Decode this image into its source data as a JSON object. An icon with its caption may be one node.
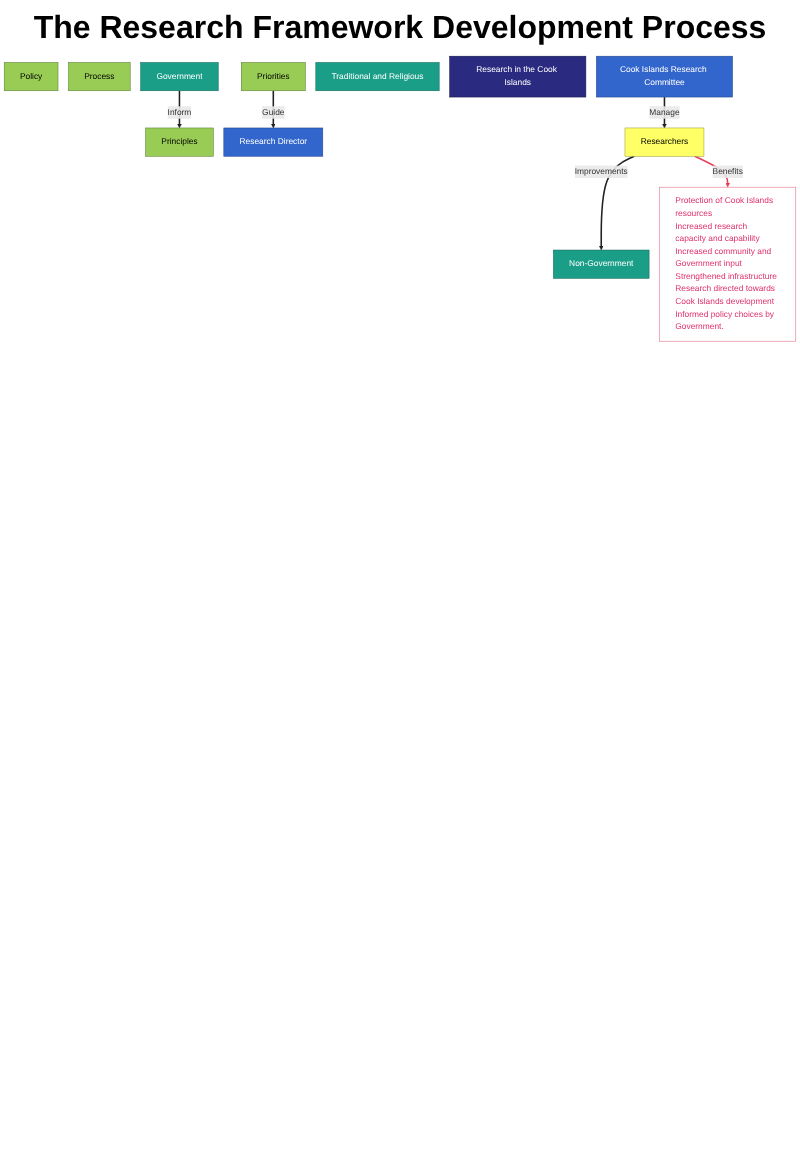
{
  "diagram": {
    "title": "The Research Framework Development Process",
    "nodes": [
      {
        "text": [
          "Principles"
        ]
      },
      {
        "text": [
          "Policy"
        ]
      },
      {
        "text": [
          "Process"
        ]
      },
      {
        "text": [
          "Priorities"
        ]
      },
      {
        "text": [
          "Government"
        ]
      },
      {
        "text": [
          "Traditional and Religious"
        ]
      },
      {
        "text": [
          "Research in the Cook Islands"
        ]
      },
      {
        "text": [
          "Research Director"
        ]
      },
      {
        "text": [
          "Cook Islands Research Committee"
        ]
      },
      {
        "text": [
          "Non-Government"
        ]
      },
      {
        "text": [
          "Researchers"
        ]
      },
      {
        "text": [
          "Protection of Cook Islands resources",
          "Increased research capacity and capability",
          "Increased community and Government input",
          "Strengthened infrastructure",
          "Research directed towards Cook Islands development",
          "Informed policy choices by Government."
        ]
      }
    ],
    "edges": [
      {
        "from": 4,
        "to": 0,
        "arrow": "to",
        "label": "Inform"
      },
      {
        "from": 3,
        "to": 7,
        "arrow": "to",
        "label": "Guide"
      },
      {
        "from": 8,
        "to": 10,
        "arrow": "to",
        "label": "Manage"
      },
      {
        "from": 10,
        "to": 9,
        "arrow": "to",
        "label": "Improvements"
      },
      {
        "from": 10,
        "to": 11,
        "arrow": "to",
        "label": "Benefits",
        "color": "#e8405a"
      }
    ]
  }
}
